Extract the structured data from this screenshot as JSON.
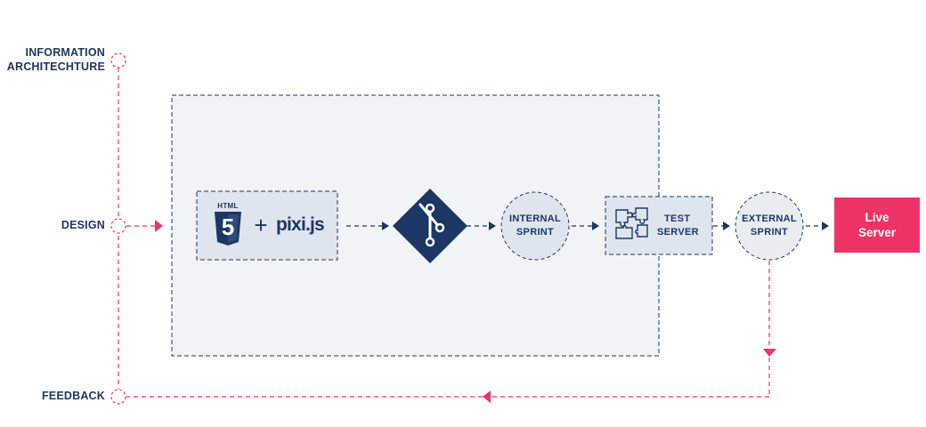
{
  "labels": {
    "info_line1": "INFORMATION",
    "info_line2": "ARCHITECHTURE",
    "design": "DESIGN",
    "feedback": "FEEDBACK"
  },
  "nodes": {
    "html_badge": "HTML",
    "html_number": "5",
    "plus": "+",
    "pixi": "pixi.js",
    "internal_line1": "INTERNAL",
    "internal_line2": "SPRINT",
    "test_line1": "TEST",
    "test_line2": "SERVER",
    "external_line1": "EXTERNAL",
    "external_line2": "SPRINT",
    "live_line1": "Live",
    "live_line2": "Server"
  },
  "icons": [
    "html5-icon",
    "git-icon",
    "puzzle-icon"
  ],
  "colors": {
    "navy": "#1c3764",
    "pink": "#ee3366",
    "fill": "#e9edf2",
    "box_fill": "#dfe5ee"
  }
}
